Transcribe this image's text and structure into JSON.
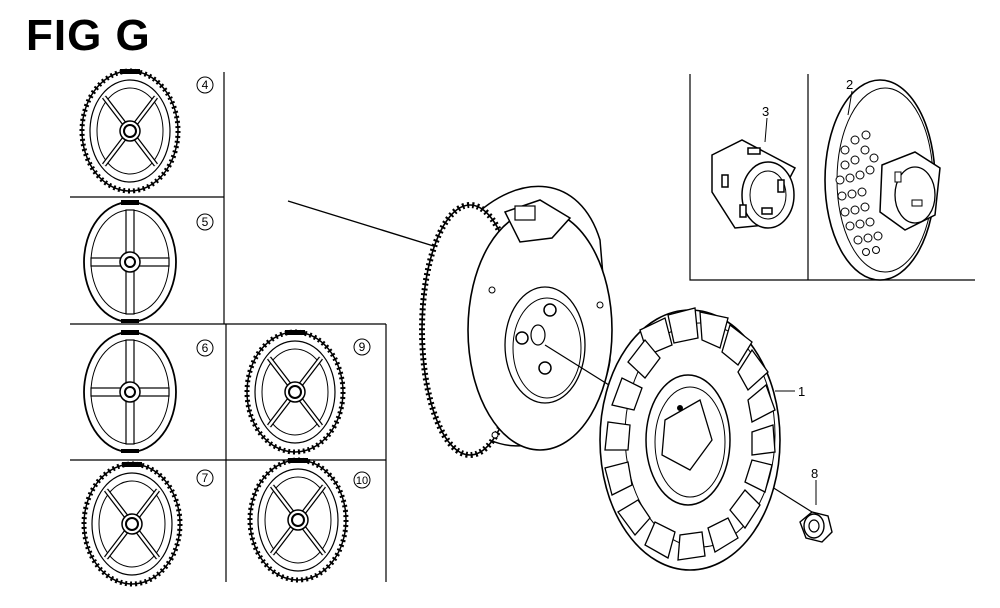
{
  "figure": {
    "title": "FIG G"
  },
  "callouts": [
    {
      "id": "1",
      "text": "1"
    },
    {
      "id": "2",
      "text": "2"
    },
    {
      "id": "3",
      "text": "3"
    },
    {
      "id": "4",
      "text": "4"
    },
    {
      "id": "5",
      "text": "5"
    },
    {
      "id": "6",
      "text": "6"
    },
    {
      "id": "7",
      "text": "7"
    },
    {
      "id": "8",
      "text": "8"
    },
    {
      "id": "9",
      "text": "9"
    },
    {
      "id": "10",
      "text": "10"
    }
  ],
  "icons": [
    "flywheel-icon",
    "cooling-fan-icon",
    "flange-nut-icon",
    "starter-pulley-icon",
    "starter-cup-icon",
    "ring-gear-variant-icon"
  ]
}
